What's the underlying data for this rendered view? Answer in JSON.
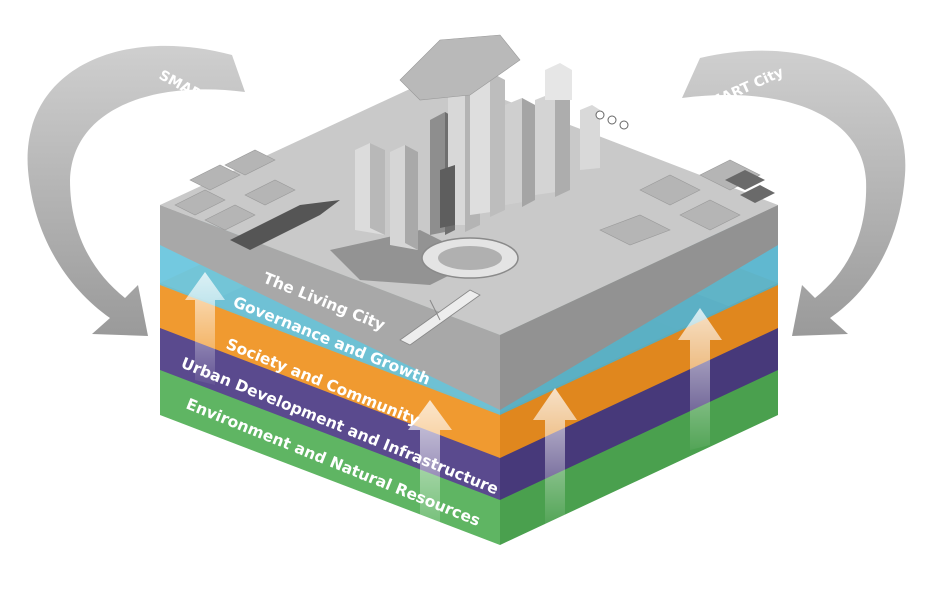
{
  "arrows": {
    "left_label": "SMART City",
    "right_label": "SMART City"
  },
  "layers": [
    {
      "label": "The Living City",
      "color": "#a8a8a8"
    },
    {
      "label": "Governance and Growth",
      "color": "#64c3dd"
    },
    {
      "label": "Society and Community",
      "color": "#f09a30"
    },
    {
      "label": "Urban Development and Infrastructure",
      "color": "#5a4a8e"
    },
    {
      "label": "Environment and Natural Resources",
      "color": "#5fb563"
    }
  ],
  "colors": {
    "arrow_gray": "#b4b4b4",
    "city_top": "#c9c9c9",
    "building_light": "#dcdcdc",
    "building_dark": "#8e8e8e"
  }
}
